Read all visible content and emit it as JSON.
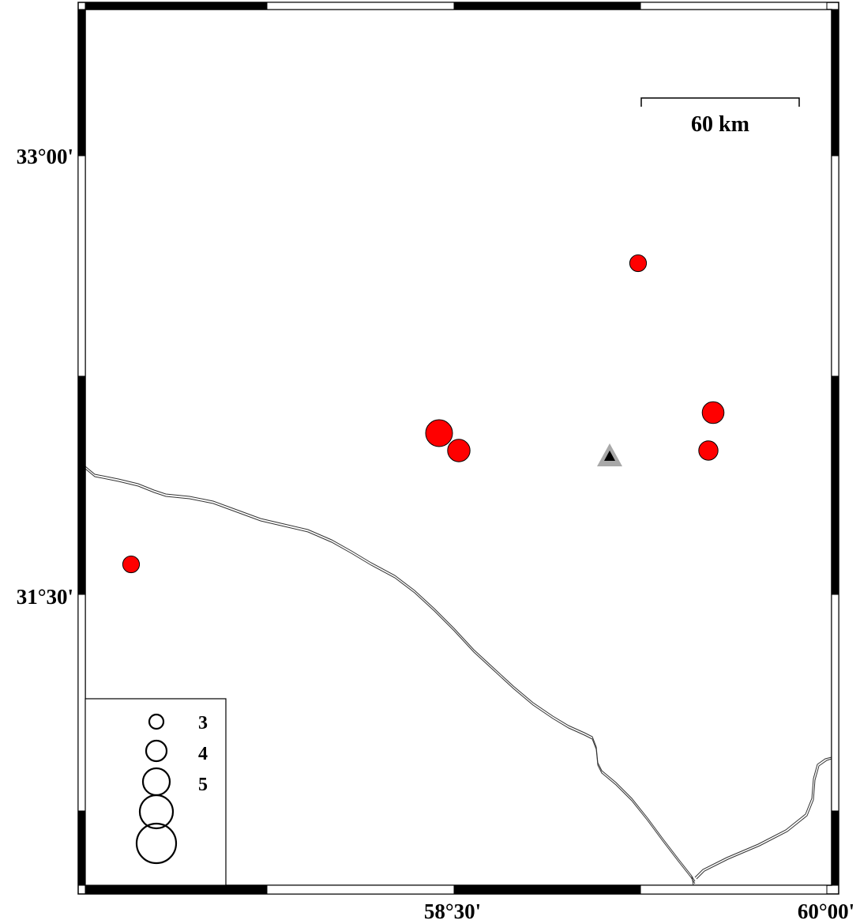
{
  "map": {
    "lon_labels": [
      "58°30'",
      "60°00'"
    ],
    "lat_labels": [
      "33°00'",
      "31°30'"
    ],
    "scale_bar_label": "60 km",
    "colors": {
      "event_fill": "#ff0000",
      "station_outer": "#a8a8a8",
      "station_inner": "#000000",
      "frame_dark": "#000000",
      "frame_light": "#ffffff"
    },
    "station": {
      "marker": "triangle-icon"
    },
    "events": [
      {
        "magnitude": 3.4
      },
      {
        "magnitude": 4.2
      },
      {
        "magnitude": 5.0
      },
      {
        "magnitude": 4.3
      },
      {
        "magnitude": 3.8
      },
      {
        "magnitude": 3.4
      }
    ],
    "legend": {
      "labels": [
        "3",
        "4",
        "5",
        "",
        ""
      ],
      "magnitudes": [
        3,
        4,
        5,
        6,
        7
      ]
    }
  }
}
